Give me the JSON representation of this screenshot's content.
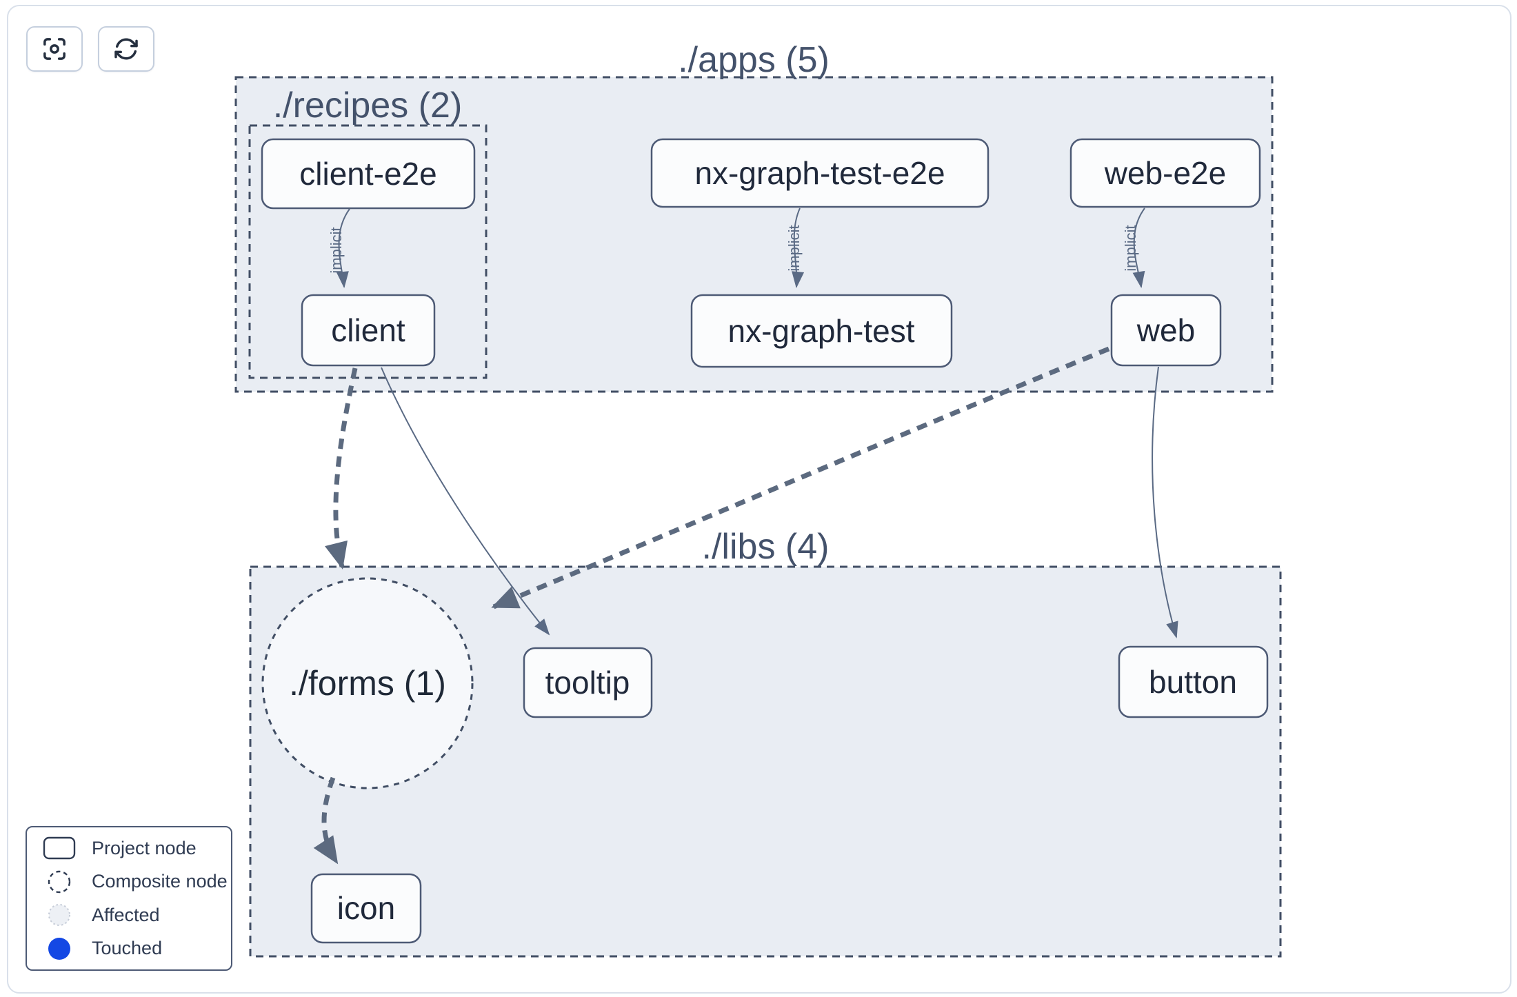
{
  "toolbar": {
    "buttons": [
      {
        "id": "focus",
        "icon": "viewfinder-icon"
      },
      {
        "id": "refresh",
        "icon": "refresh-icon"
      }
    ]
  },
  "graph": {
    "groups": [
      {
        "id": "apps",
        "label": "./apps (5)",
        "type": "folder"
      },
      {
        "id": "recipes",
        "label": "./recipes (2)",
        "type": "folder"
      },
      {
        "id": "libs",
        "label": "./libs (4)",
        "type": "folder"
      },
      {
        "id": "forms",
        "label": "./forms (1)",
        "type": "composite"
      }
    ],
    "nodes": [
      {
        "id": "client-e2e",
        "label": "client-e2e",
        "group": "recipes"
      },
      {
        "id": "client",
        "label": "client",
        "group": "recipes"
      },
      {
        "id": "nx-graph-test-e2e",
        "label": "nx-graph-test-e2e",
        "group": "apps"
      },
      {
        "id": "nx-graph-test",
        "label": "nx-graph-test",
        "group": "apps"
      },
      {
        "id": "web-e2e",
        "label": "web-e2e",
        "group": "apps"
      },
      {
        "id": "web",
        "label": "web",
        "group": "apps"
      },
      {
        "id": "tooltip",
        "label": "tooltip",
        "group": "libs"
      },
      {
        "id": "button",
        "label": "button",
        "group": "libs"
      },
      {
        "id": "icon",
        "label": "icon",
        "group": "libs"
      }
    ],
    "edges": [
      {
        "from": "client-e2e",
        "to": "client",
        "label": "implicit",
        "style": "solid"
      },
      {
        "from": "nx-graph-test-e2e",
        "to": "nx-graph-test",
        "label": "implicit",
        "style": "solid"
      },
      {
        "from": "web-e2e",
        "to": "web",
        "label": "implicit",
        "style": "solid"
      },
      {
        "from": "client",
        "to": "./forms",
        "label": "",
        "style": "dashed"
      },
      {
        "from": "client",
        "to": "tooltip",
        "label": "",
        "style": "solid"
      },
      {
        "from": "web",
        "to": "./forms",
        "label": "",
        "style": "dashed"
      },
      {
        "from": "web",
        "to": "button",
        "label": "",
        "style": "solid"
      },
      {
        "from": "./forms",
        "to": "icon",
        "label": "",
        "style": "dashed"
      }
    ]
  },
  "legend": {
    "items": [
      {
        "label": "Project node",
        "swatch": "project"
      },
      {
        "label": "Composite node",
        "swatch": "composite"
      },
      {
        "label": "Affected",
        "swatch": "affected"
      },
      {
        "label": "Touched",
        "swatch": "touched"
      }
    ]
  },
  "colors": {
    "touched": "#1448e4",
    "affected_fill": "#edf0f5",
    "affected_border": "#c6ccd8",
    "group_fill": "#e9edf3",
    "group_border": "#414e64",
    "node_fill": "#fbfcfd",
    "node_border": "#4d5a75",
    "edge": "#5a6a84"
  }
}
